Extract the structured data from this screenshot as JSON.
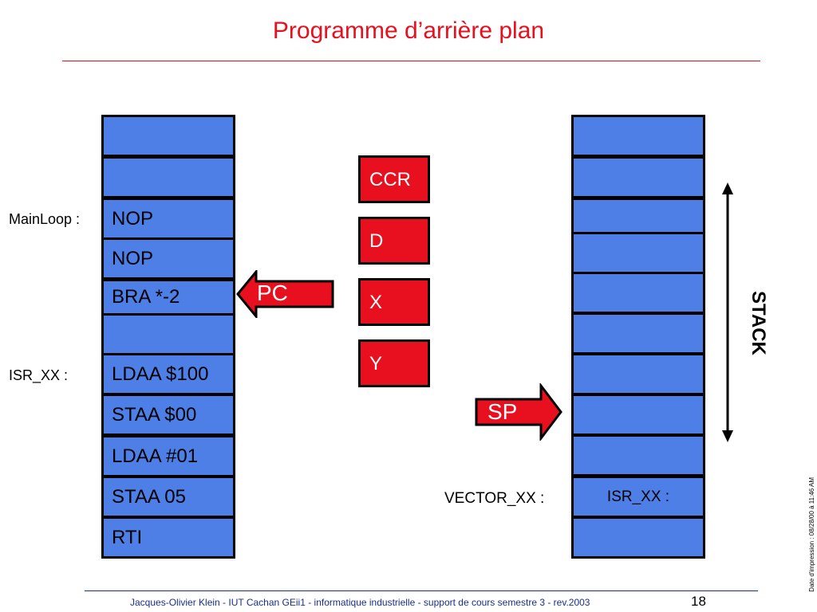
{
  "title": "Programme d’arrière plan",
  "program_memory": {
    "cells": [
      "",
      "",
      "NOP",
      "NOP",
      "BRA *-2",
      "",
      "LDAA $100",
      "STAA $00",
      "LDAA #01",
      "STAA 05",
      "RTI"
    ],
    "labels": {
      "main_loop": "MainLoop :",
      "isr": "ISR_XX :"
    }
  },
  "registers": [
    "CCR",
    "D",
    "X",
    "Y"
  ],
  "pointers": {
    "pc": "PC",
    "sp": "SP"
  },
  "stack_memory": {
    "cells": [
      "",
      "",
      "",
      "",
      "",
      "",
      "",
      "",
      "",
      "ISR_XX :",
      ""
    ],
    "vector_label": "VECTOR_XX :",
    "stack_label": "STACK"
  },
  "footer": {
    "text": "Jacques-Olivier Klein - IUT Cachan GEii1 - informatique industrielle - support de cours semestre 3 - rev.2003",
    "page_number": "18",
    "print_date": "Date d'impression : 08/28/00 à 11:46 AM"
  },
  "colors": {
    "accent_red": "#e8101e",
    "cell_blue": "#4d7fe6",
    "footer_blue": "#1a2e8a"
  }
}
